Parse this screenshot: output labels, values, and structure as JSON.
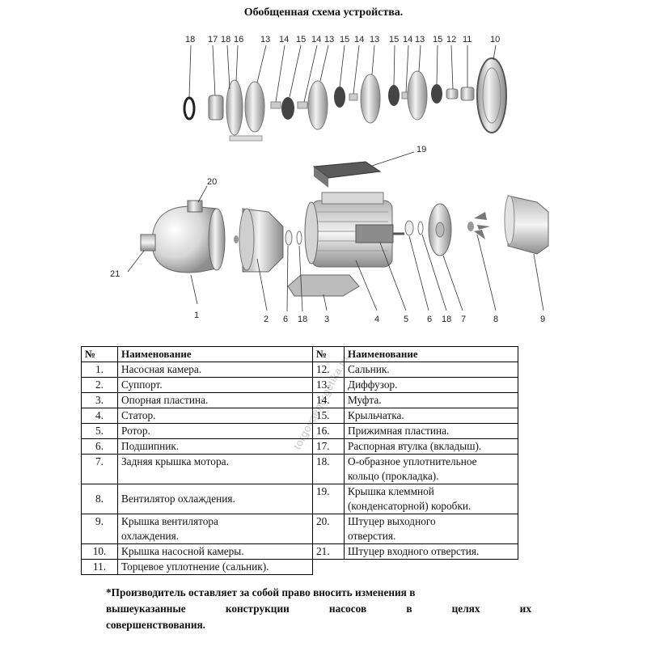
{
  "title": "Обобщенная схема устройства.",
  "watermark": "torgovaenergetika.ru",
  "table": {
    "headers": {
      "no_left": "№",
      "name_left": "Наименование",
      "no_right": "№",
      "name_right": "Наименование"
    },
    "rows": [
      {
        "n1": "1.",
        "t1": "Насосная камера.",
        "n2": "12.",
        "t2": "Сальник."
      },
      {
        "n1": "2.",
        "t1": "Суппорт.",
        "n2": "13.",
        "t2": "Диффузор."
      },
      {
        "n1": "3.",
        "t1": "Опорная пластина.",
        "n2": "14.",
        "t2": "Муфта."
      },
      {
        "n1": "4.",
        "t1": "Статор.",
        "n2": "15.",
        "t2": "Крыльчатка."
      },
      {
        "n1": "5.",
        "t1": "Ротор.",
        "n2": "16.",
        "t2": "Прижимная пластина."
      },
      {
        "n1": "6.",
        "t1": "Подшипник.",
        "n2": "17.",
        "t2": "Распорная втулка (вкладыш)."
      },
      {
        "n1": "7.",
        "t1": "Задняя крышка мотора.",
        "n2": "18.",
        "t2a": "О-образное уплотнительное",
        "t2b": "кольцо (прокладка)."
      },
      {
        "n1": "8.",
        "t1": "Вентилятор охлаждения.",
        "n2": "19.",
        "t2a": "Крышка клеммной",
        "t2b": "(конденсаторной) коробки."
      },
      {
        "n1": "9.",
        "t1a": "Крышка вентилятора",
        "t1b": "охлаждения.",
        "n2": "20.",
        "t2a": "Штуцер выходного",
        "t2b": "отверстия."
      },
      {
        "n1": "10.",
        "t1": "Крышка насосной камеры.",
        "n2": "21.",
        "t2": "Штуцер входного отверстия."
      },
      {
        "n1": "11.",
        "t1": "Торцевое уплотнение (сальник)."
      }
    ]
  },
  "note": {
    "line1": "*Производитель оставляет за собой право вносить изменения в",
    "line2_words": [
      "вышеуказанные",
      "конструкции",
      "насосов",
      "в",
      "целях",
      "их"
    ],
    "line3": "совершенствования."
  },
  "diagram": {
    "top_labels": [
      "18",
      "17",
      "18",
      "16",
      "13",
      "14",
      "15",
      "14",
      "13",
      "15",
      "14",
      "13",
      "15",
      "14",
      "13",
      "15",
      "12",
      "11",
      "10"
    ],
    "bottom_labels": [
      "20",
      "21",
      "19",
      "1",
      "2",
      "6",
      "18",
      "3",
      "4",
      "5",
      "6",
      "18",
      "7",
      "8",
      "9"
    ]
  }
}
